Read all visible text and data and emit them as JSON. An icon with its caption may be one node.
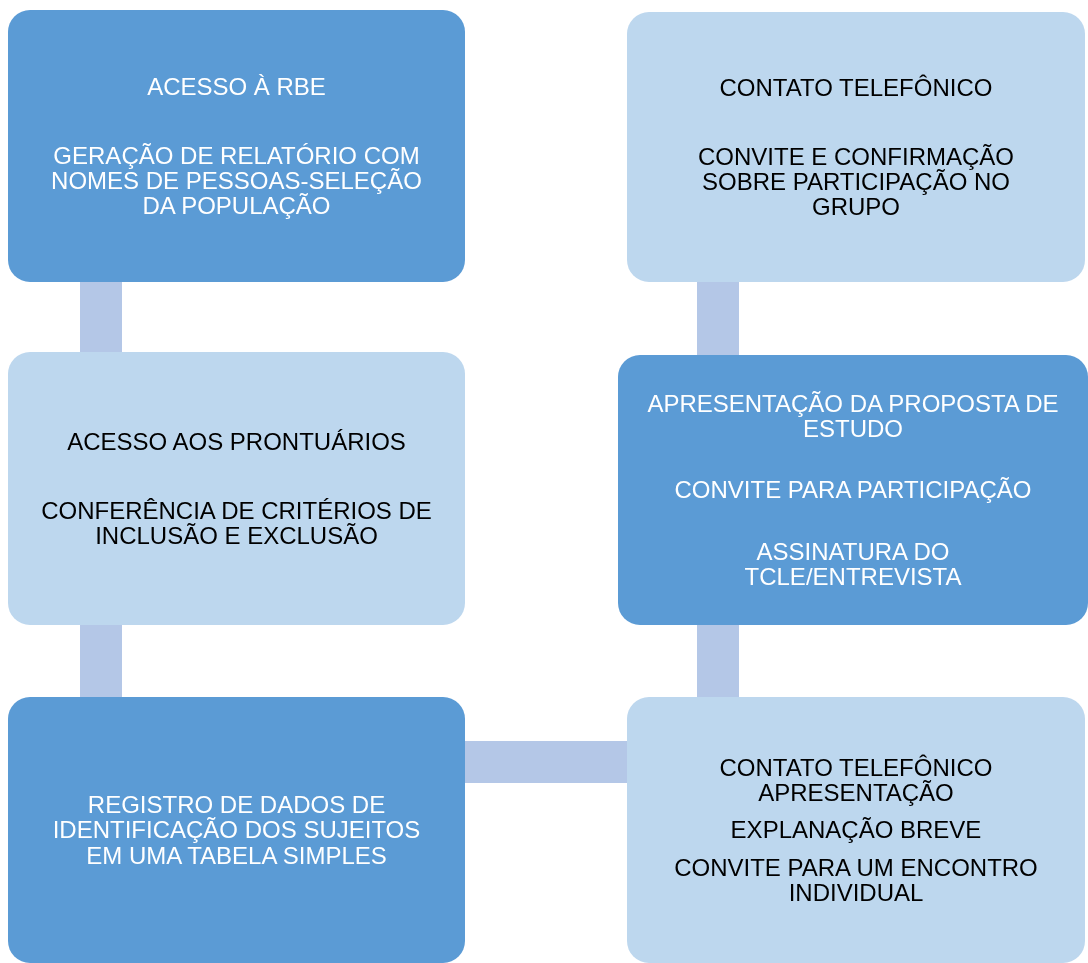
{
  "diagram": {
    "nodes": [
      {
        "text": [
          "ACESSO À RBE",
          "GERAÇÃO DE RELATÓRIO COM NOMES DE PESSOAS-SELEÇÃO DA POPULAÇÃO"
        ]
      },
      {
        "text": [
          "ACESSO AOS PRONTUÁRIOS",
          "CONFERÊNCIA DE CRITÉRIOS DE INCLUSÃO E EXCLUSÃO"
        ]
      },
      {
        "text": [
          "REGISTRO DE DADOS DE IDENTIFICAÇÃO DOS SUJEITOS EM UMA TABELA SIMPLES"
        ]
      },
      {
        "text": [
          "CONTATO TELEFÔNICO",
          "CONVITE E CONFIRMAÇÃO SOBRE PARTICIPAÇÃO NO GRUPO"
        ]
      },
      {
        "text": [
          "APRESENTAÇÃO DA PROPOSTA DE ESTUDO",
          "CONVITE PARA PARTICIPAÇÃO",
          "ASSINATURA DO TCLE/ENTREVISTA"
        ]
      },
      {
        "text": [
          "CONTATO TELEFÔNICO APRESENTAÇÃO",
          "EXPLANAÇÃO BREVE",
          "CONVITE PARA UM ENCONTRO INDIVIDUAL"
        ]
      }
    ],
    "edges": [
      {
        "from": 0,
        "to": 1,
        "arrow": "none",
        "style": "thick"
      },
      {
        "from": 1,
        "to": 2,
        "arrow": "none",
        "style": "thick"
      },
      {
        "from": 2,
        "to": 5,
        "arrow": "none",
        "style": "thick"
      },
      {
        "from": 5,
        "to": 4,
        "arrow": "none",
        "style": "thick"
      },
      {
        "from": 4,
        "to": 3,
        "arrow": "none",
        "style": "thick"
      }
    ]
  }
}
